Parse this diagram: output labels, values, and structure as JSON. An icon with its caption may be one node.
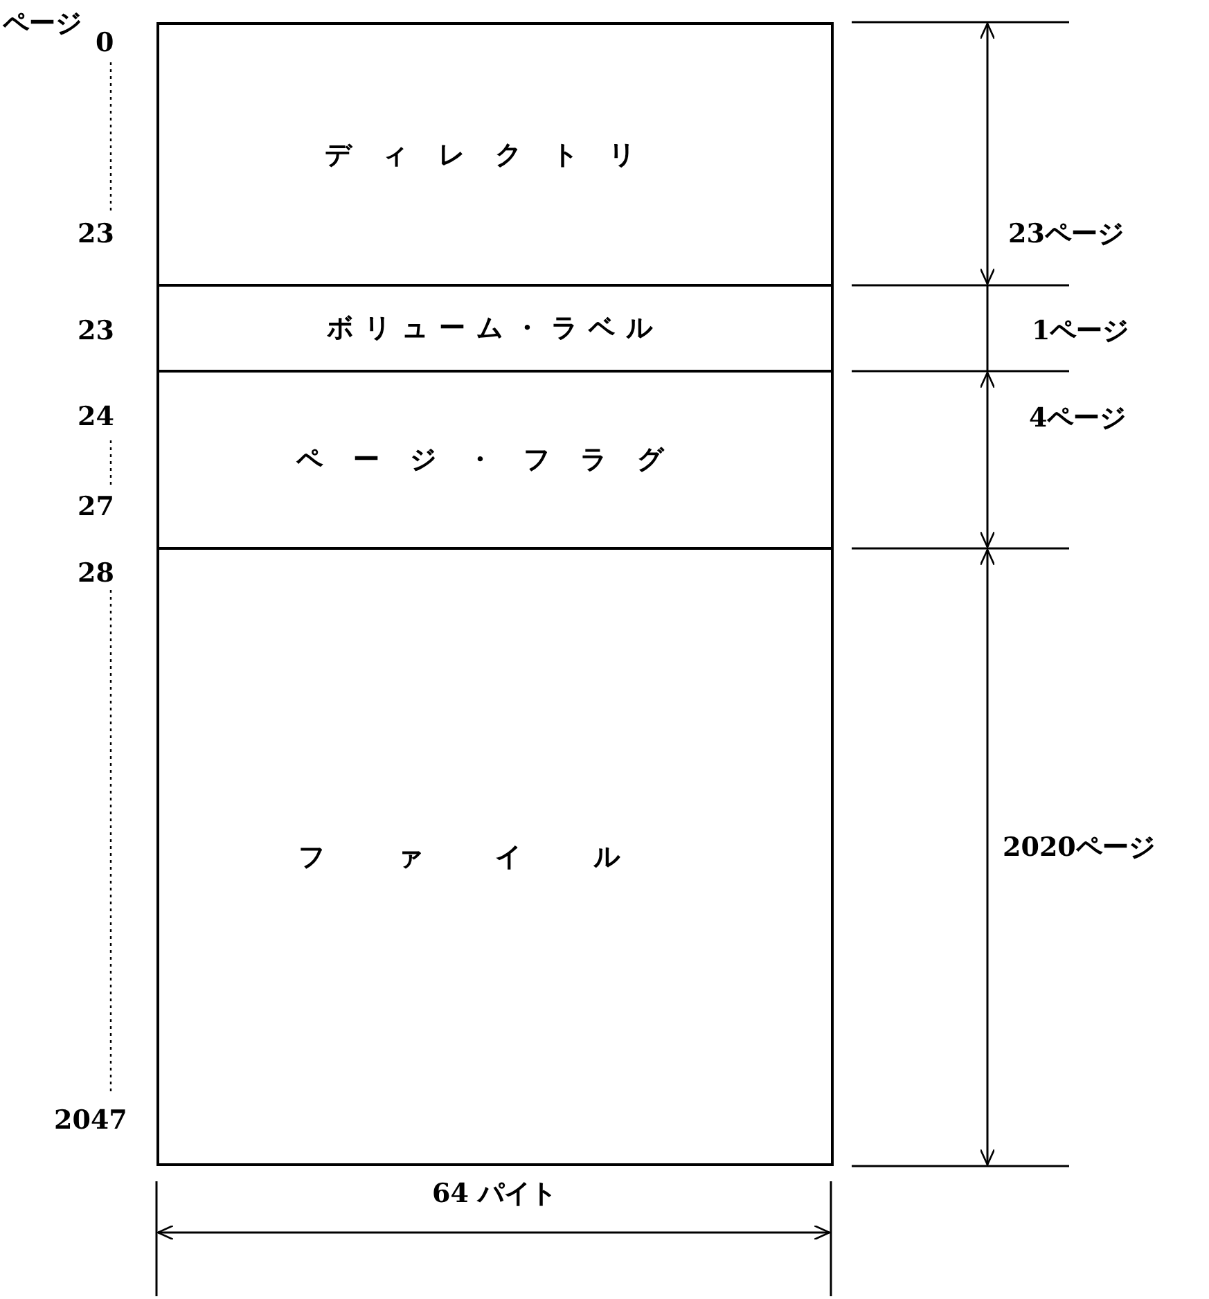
{
  "diagram": {
    "nodes": [
      {
        "text": [
          "ディレクトリ"
        ]
      },
      {
        "text": [
          "ボリューム・ラベル"
        ]
      },
      {
        "text": [
          "ページ・フラグ"
        ]
      },
      {
        "text": [
          "ファイル"
        ]
      }
    ],
    "labels": [
      "ページ",
      "0",
      "23",
      "23",
      "24",
      "27",
      "28",
      "2047",
      "23ページ",
      "1ページ",
      "4ページ",
      "2020ページ",
      "64 パイト"
    ]
  }
}
